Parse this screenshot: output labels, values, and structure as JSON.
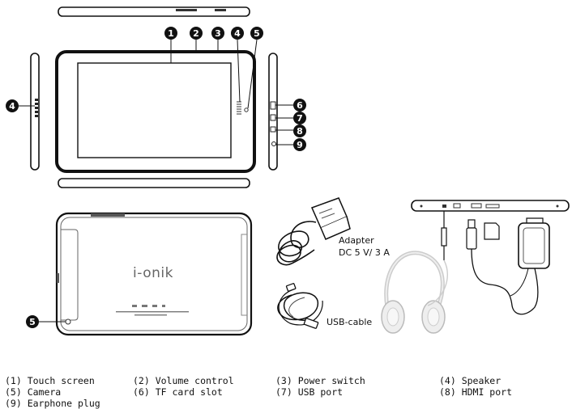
{
  "callouts": [
    "1",
    "2",
    "3",
    "4",
    "5",
    "6",
    "7",
    "8",
    "9"
  ],
  "brand_logo_text": "i-onik",
  "accessory_labels": {
    "adapter_line1": "Adapter",
    "adapter_line2": "DC 5 V/ 3 A",
    "usb_cable": "USB-cable"
  },
  "legend": [
    "(1) Touch screen",
    "(2) Volume control",
    "(3) Power switch",
    "(4) Speaker",
    "(5) Camera",
    "(6) TF card slot",
    "(7) USB port",
    "(8) HDMI port",
    "(9) Earphone plug"
  ]
}
